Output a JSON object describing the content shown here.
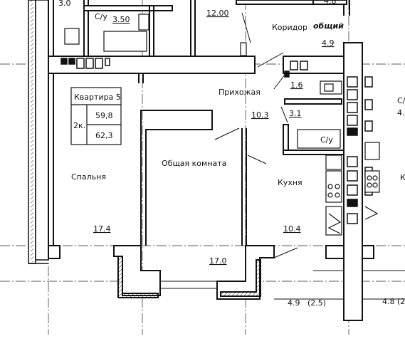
{
  "labels": {
    "top_area_left": "3.0",
    "top_bath": "С/у",
    "top_bath_area": "3.50",
    "top_area_mid": "12.00",
    "corridor": "Коридор",
    "corridor_common": "общий",
    "corridor_area": "4.9",
    "top_area_right": "4.8",
    "hall": "Прихожая",
    "hall_area": "10.3",
    "closet_area": "1.6",
    "bath_area": "3.1",
    "bath": "С/у",
    "living": "Общая комната",
    "living_area": "17.0",
    "bedroom": "Спальня",
    "bedroom_area": "17.4",
    "kitchen": "Кухня",
    "kitchen_area": "10.4",
    "balcony_left_area": "4.9",
    "balcony_left_sub": "(2.5)",
    "balcony_right_area": "4.8 (2",
    "right_edge_1": "С/",
    "right_edge_2": "4.",
    "right_edge_3": "К"
  },
  "apartment": {
    "title": "Квартира 5",
    "rooms": "2к.",
    "area_living": "59,8",
    "area_total": "62,3"
  }
}
